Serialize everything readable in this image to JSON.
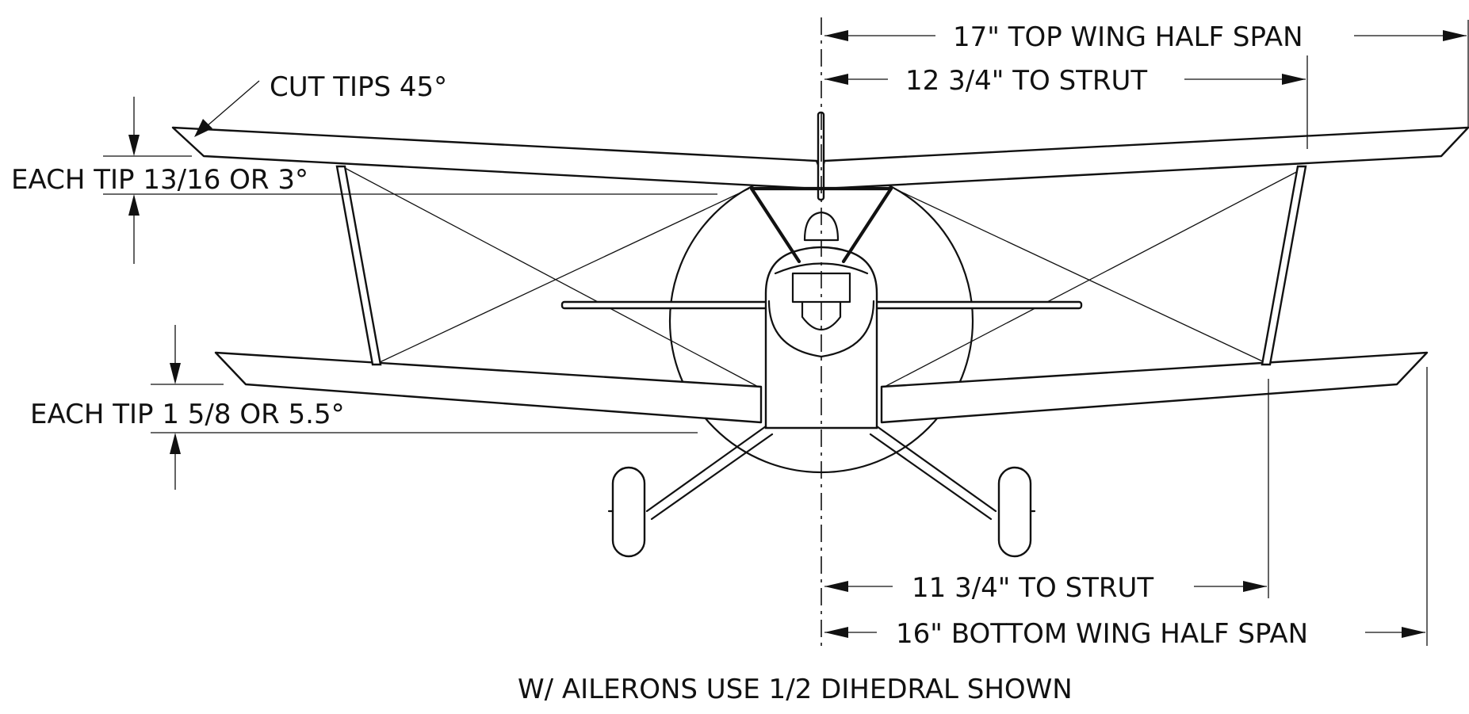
{
  "labels": {
    "cut_tips": "CUT TIPS 45°",
    "top_tip": "EACH TIP 13/16 OR 3°",
    "bottom_tip": "EACH TIP 1 5/8 OR 5.5°",
    "top_half_span": "17\" TOP WING HALF SPAN",
    "top_to_strut": "12 3/4\" TO STRUT",
    "bottom_to_strut": "11 3/4\" TO STRUT",
    "bottom_half_span": "16\" BOTTOM WING HALF SPAN",
    "note": "W/ AILERONS USE 1/2 DIHEDRAL SHOWN"
  }
}
